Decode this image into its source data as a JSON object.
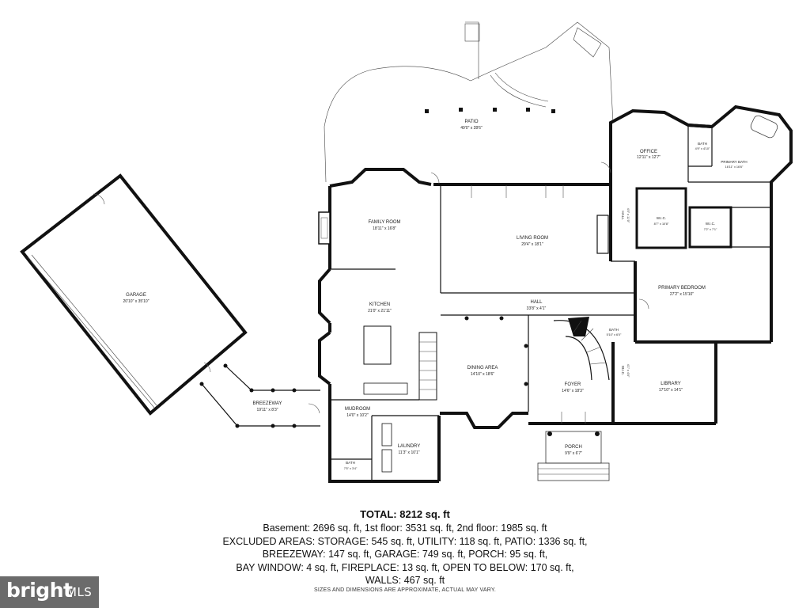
{
  "rooms": {
    "patio": {
      "name": "PATIO",
      "dim": "49'0\" x 28'6\""
    },
    "office": {
      "name": "OFFICE",
      "dim": "12'11\" x 12'7\""
    },
    "bath_upper": {
      "name": "BATH",
      "dim": "4'9\" x 4'10\""
    },
    "primary_bath": {
      "name": "PRIMARY BATH",
      "dim": "16'11\" x 16'6\""
    },
    "family_room": {
      "name": "FAMILY ROOM",
      "dim": "18'11\" x 16'8\""
    },
    "living_room": {
      "name": "LIVING ROOM",
      "dim": "29'4\" x 18'1\""
    },
    "wic1": {
      "name": "W.I.C.",
      "dim": "8'7\" x 10'8\""
    },
    "wic2": {
      "name": "W.I.C.",
      "dim": "7'2\" x 7'1\""
    },
    "hall_vertical": {
      "name": "HALL",
      "dim": "4'0\" x 11'0\""
    },
    "garage": {
      "name": "GARAGE",
      "dim": "20'10\" x 35'10\""
    },
    "kitchen": {
      "name": "KITCHEN",
      "dim": "21'0\" x 21'11\""
    },
    "hall": {
      "name": "HALL",
      "dim": "33'8\" x 4'1\""
    },
    "primary_bedroom": {
      "name": "PRIMARY BEDROOM",
      "dim": "27'2\" x 15'10\""
    },
    "bath_mid": {
      "name": "BATH",
      "dim": "5'10\" x 6'0\""
    },
    "wic3": {
      "name": "W.I.C.",
      "dim": "4'1\" x 4'6\""
    },
    "dining": {
      "name": "DINING AREA",
      "dim": "14'10\" x 18'6\""
    },
    "foyer": {
      "name": "FOYER",
      "dim": "14'6\" x 18'3\""
    },
    "library": {
      "name": "LIBRARY",
      "dim": "17'10\" x 14'1\""
    },
    "breezeway": {
      "name": "BREEZEWAY",
      "dim": "19'11\" x 8'3\""
    },
    "mudroom": {
      "name": "MUDROOM",
      "dim": "14'0\" x 10'2\""
    },
    "laundry": {
      "name": "LAUNDRY",
      "dim": "11'3\" x 10'1\""
    },
    "bath_low": {
      "name": "BATH",
      "dim": "7'5\" x 3'4\""
    },
    "porch": {
      "name": "PORCH",
      "dim": "9'9\" x 6'7\""
    }
  },
  "summary": {
    "total": "TOTAL: 8212 sq. ft",
    "lines": [
      "Basement: 2696 sq. ft, 1st floor: 3531 sq. ft, 2nd floor: 1985 sq. ft",
      "EXCLUDED AREAS: STORAGE: 545 sq. ft, UTILITY: 118 sq. ft, PATIO: 1336 sq. ft,",
      "BREEZEWAY: 147 sq. ft, GARAGE: 749 sq. ft, PORCH: 95 sq. ft,",
      "BAY WINDOW: 4 sq. ft, FIREPLACE: 13 sq. ft, OPEN TO BELOW: 170 sq. ft,",
      "WALLS: 467 sq. ft"
    ],
    "disclaimer": "SIZES AND DIMENSIONS ARE APPROXIMATE, ACTUAL MAY VARY."
  },
  "logo": {
    "brand": "bright",
    "suffix": "MLS"
  }
}
